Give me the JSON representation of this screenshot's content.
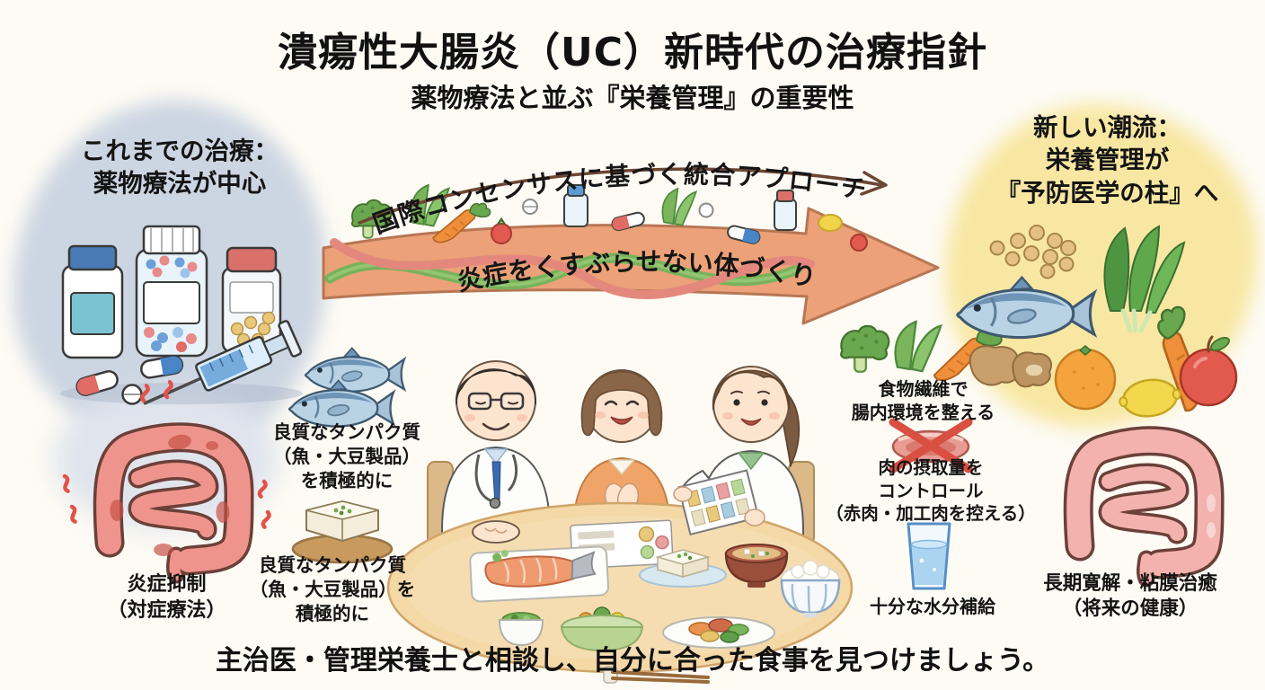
{
  "colors": {
    "background": "#fdfbf4",
    "text": "#141414",
    "old_treatment_blob": "#ccd5e2",
    "new_trend_blob": "#f8e7a2",
    "arrow_fill": "#ec9e73",
    "arrow_outline": "#b5714e",
    "inflamed_intestine": "#ef948c",
    "healthy_intestine": "#f3b2ae",
    "prohibit_red": "#d94f42",
    "water_blue": "#aad4f0"
  },
  "header": {
    "title": "潰瘍性大腸炎（UC）新時代の治療指針",
    "subtitle": "薬物療法と並ぶ『栄養管理』の重要性"
  },
  "old_treatment": {
    "heading": "これまでの治療：\n薬物療法が中心",
    "caption": "炎症抑制\n（対症療法）",
    "icons": [
      "medicine-bottle",
      "pill-bottle",
      "tablet-bottle",
      "syringe",
      "capsules",
      "inflamed-intestine"
    ]
  },
  "transition": {
    "arrow_label": "国際コンセンサスに基づく統合アプローチ",
    "center_label": "炎症をくすぶらせない体づくり",
    "icons": [
      "integration-arrow",
      "interwoven-ribbons",
      "vegetables",
      "pills",
      "medicine-bottles"
    ]
  },
  "new_trend": {
    "heading": "新しい潮流：\n栄養管理が\n『予防医学の柱』へ",
    "caption": "長期寛解・粘膜治癒\n（将来の健康）",
    "icons": [
      "soybeans",
      "fish",
      "leafy-greens",
      "carrot",
      "ginger",
      "orange",
      "lemon",
      "apple",
      "healthy-intestine"
    ]
  },
  "diet_points": {
    "protein_upper": "良質なタンパク質\n（魚・大豆製品）\nを積極的に",
    "protein_lower": "良質なタンパク質\n（魚・大豆製品）を\n積極的に",
    "fiber": "食物繊維で\n腸内環境を整える",
    "meat_control": "肉の摂取量を\nコントロール\n（赤肉・加工肉を控える）",
    "hydration": "十分な水分補給",
    "icons": [
      "fish-pair",
      "tofu",
      "broccoli",
      "bok-choy",
      "carrot",
      "meat-crossed-out",
      "water-glass"
    ]
  },
  "consultation_scene": {
    "icons": [
      "doctor",
      "patient",
      "dietitian",
      "meal-table",
      "nutrition-pamphlet",
      "grilled-fish",
      "tofu-dish",
      "miso-soup",
      "rice-bowl",
      "vegetable-dishes",
      "chopsticks"
    ]
  },
  "footer": {
    "message": "主治医・管理栄養士と相談し、自分に合った食事を見つけましょう。"
  }
}
